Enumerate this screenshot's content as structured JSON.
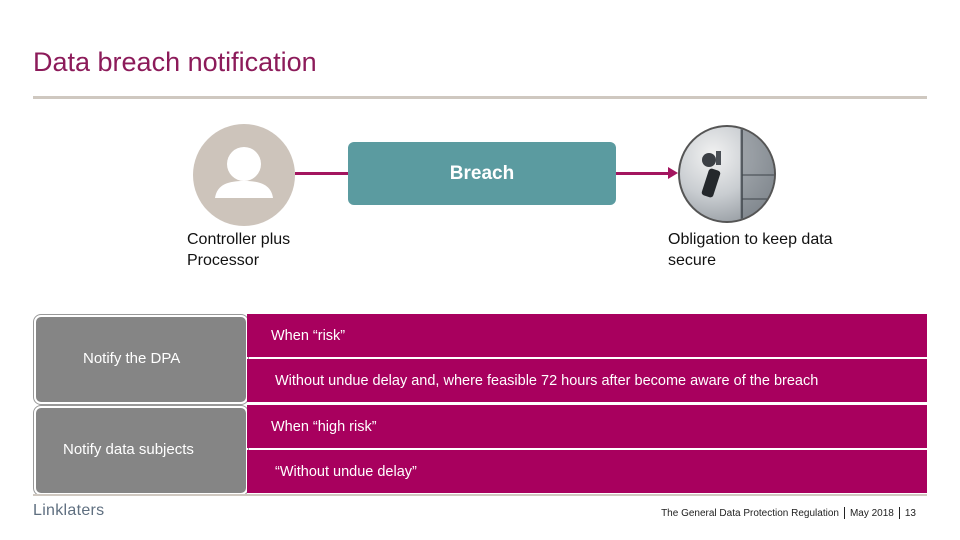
{
  "slide": {
    "title": "Data breach notification"
  },
  "diagram": {
    "breach_label": "Breach",
    "left_caption": "Controller plus Processor",
    "right_caption": "Obligation to keep data secure",
    "left_icon": "person-icon",
    "right_icon": "lock-photo"
  },
  "notifications": [
    {
      "label": "Notify the DPA",
      "condition": "When “risk”",
      "timing": "Without undue delay and, where feasible 72 hours after become aware of the breach"
    },
    {
      "label": "Notify data subjects",
      "condition": "When “high risk”",
      "timing": "“Without undue delay”"
    }
  ],
  "footer": {
    "logo": "Linklaters",
    "document": "The General Data Protection Regulation",
    "date": "May 2018",
    "page": "13"
  },
  "colors": {
    "title": "#8c1b5a",
    "accent": "#a8005e",
    "breach_box": "#5b9ba0",
    "notify_box": "#858585",
    "avatar": "#cdc4bb"
  }
}
